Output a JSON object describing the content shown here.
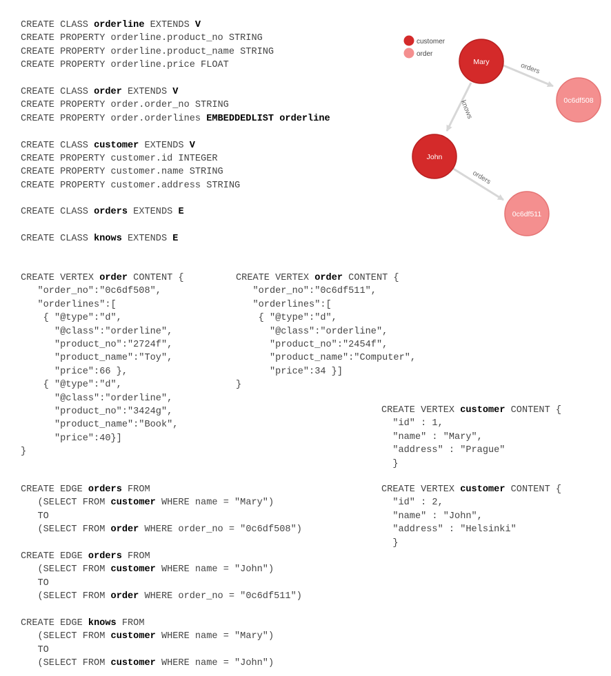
{
  "blocks": {
    "schema": {
      "lines": [
        [
          {
            "t": "CREATE CLASS "
          },
          {
            "t": "orderline",
            "b": true
          },
          {
            "t": " EXTENDS "
          },
          {
            "t": "V",
            "b": true
          }
        ],
        [
          {
            "t": "CREATE PROPERTY orderline.product_no STRING"
          }
        ],
        [
          {
            "t": "CREATE PROPERTY orderline.product_name STRING"
          }
        ],
        [
          {
            "t": "CREATE PROPERTY orderline.price FLOAT"
          }
        ],
        [],
        [
          {
            "t": "CREATE CLASS "
          },
          {
            "t": "order",
            "b": true
          },
          {
            "t": " EXTENDS "
          },
          {
            "t": "V",
            "b": true
          }
        ],
        [
          {
            "t": "CREATE PROPERTY order.order_no STRING"
          }
        ],
        [
          {
            "t": "CREATE PROPERTY order.orderlines "
          },
          {
            "t": "EMBEDDEDLIST orderline",
            "b": true
          }
        ],
        [],
        [
          {
            "t": "CREATE CLASS "
          },
          {
            "t": "customer",
            "b": true
          },
          {
            "t": " EXTENDS "
          },
          {
            "t": "V",
            "b": true
          }
        ],
        [
          {
            "t": "CREATE PROPERTY customer.id INTEGER"
          }
        ],
        [
          {
            "t": "CREATE PROPERTY customer.name STRING"
          }
        ],
        [
          {
            "t": "CREATE PROPERTY customer.address STRING"
          }
        ],
        [],
        [
          {
            "t": "CREATE CLASS "
          },
          {
            "t": "orders",
            "b": true
          },
          {
            "t": " EXTENDS "
          },
          {
            "t": "E",
            "b": true
          }
        ],
        [],
        [
          {
            "t": "CREATE CLASS "
          },
          {
            "t": "knows",
            "b": true
          },
          {
            "t": " EXTENDS "
          },
          {
            "t": "E",
            "b": true
          }
        ]
      ]
    },
    "vertex_order_1": {
      "lines": [
        [
          {
            "t": "CREATE VERTEX "
          },
          {
            "t": "order",
            "b": true
          },
          {
            "t": " CONTENT {"
          }
        ],
        [
          {
            "t": "   \"order_no\":\"0c6df508\","
          }
        ],
        [
          {
            "t": "   \"orderlines\":["
          }
        ],
        [
          {
            "t": "    { \"@type\":\"d\","
          }
        ],
        [
          {
            "t": "      \"@class\":\"orderline\","
          }
        ],
        [
          {
            "t": "      \"product_no\":\"2724f\","
          }
        ],
        [
          {
            "t": "      \"product_name\":\"Toy\","
          }
        ],
        [
          {
            "t": "      \"price\":66 },"
          }
        ],
        [
          {
            "t": "    { \"@type\":\"d\","
          }
        ],
        [
          {
            "t": "      \"@class\":\"orderline\","
          }
        ],
        [
          {
            "t": "      \"product_no\":\"3424g\","
          }
        ],
        [
          {
            "t": "      \"product_name\":\"Book\","
          }
        ],
        [
          {
            "t": "      \"price\":40}]"
          }
        ],
        [
          {
            "t": "}"
          }
        ]
      ]
    },
    "vertex_order_2": {
      "lines": [
        [
          {
            "t": "CREATE VERTEX "
          },
          {
            "t": "order",
            "b": true
          },
          {
            "t": " CONTENT {"
          }
        ],
        [
          {
            "t": "   \"order_no\":\"0c6df511\","
          }
        ],
        [
          {
            "t": "   \"orderlines\":["
          }
        ],
        [
          {
            "t": "    { \"@type\":\"d\","
          }
        ],
        [
          {
            "t": "      \"@class\":\"orderline\","
          }
        ],
        [
          {
            "t": "      \"product_no\":\"2454f\","
          }
        ],
        [
          {
            "t": "      \"product_name\":\"Computer\","
          }
        ],
        [
          {
            "t": "      \"price\":34 }]"
          }
        ],
        [
          {
            "t": "}"
          }
        ]
      ]
    },
    "vertex_customer_1": {
      "lines": [
        [
          {
            "t": "CREATE VERTEX "
          },
          {
            "t": "customer",
            "b": true
          },
          {
            "t": " CONTENT {"
          }
        ],
        [
          {
            "t": "  \"id\" : 1,"
          }
        ],
        [
          {
            "t": "  \"name\" : \"Mary\","
          }
        ],
        [
          {
            "t": "  \"address\" : \"Prague\""
          }
        ],
        [
          {
            "t": "  }"
          }
        ]
      ]
    },
    "vertex_customer_2": {
      "lines": [
        [
          {
            "t": "CREATE VERTEX "
          },
          {
            "t": "customer",
            "b": true
          },
          {
            "t": " CONTENT {"
          }
        ],
        [
          {
            "t": "  \"id\" : 2,"
          }
        ],
        [
          {
            "t": "  \"name\" : \"John\","
          }
        ],
        [
          {
            "t": "  \"address\" : \"Helsinki\""
          }
        ],
        [
          {
            "t": "  }"
          }
        ]
      ]
    },
    "edges": {
      "lines": [
        [
          {
            "t": "CREATE EDGE "
          },
          {
            "t": "orders",
            "b": true
          },
          {
            "t": " FROM"
          }
        ],
        [
          {
            "t": "   (SELECT FROM "
          },
          {
            "t": "customer",
            "b": true
          },
          {
            "t": " WHERE name = \"Mary\")"
          }
        ],
        [
          {
            "t": "   TO"
          }
        ],
        [
          {
            "t": "   (SELECT FROM "
          },
          {
            "t": "order",
            "b": true
          },
          {
            "t": " WHERE order_no = \"0c6df508\")"
          }
        ],
        [],
        [
          {
            "t": "CREATE EDGE "
          },
          {
            "t": "orders",
            "b": true
          },
          {
            "t": " FROM"
          }
        ],
        [
          {
            "t": "   (SELECT FROM "
          },
          {
            "t": "customer",
            "b": true
          },
          {
            "t": " WHERE name = \"John\")"
          }
        ],
        [
          {
            "t": "   TO"
          }
        ],
        [
          {
            "t": "   (SELECT FROM "
          },
          {
            "t": "order",
            "b": true
          },
          {
            "t": " WHERE order_no = \"0c6df511\")"
          }
        ],
        [],
        [
          {
            "t": "CREATE EDGE "
          },
          {
            "t": "knows",
            "b": true
          },
          {
            "t": " FROM"
          }
        ],
        [
          {
            "t": "   (SELECT FROM "
          },
          {
            "t": "customer",
            "b": true
          },
          {
            "t": " WHERE name = \"Mary\")"
          }
        ],
        [
          {
            "t": "   TO"
          }
        ],
        [
          {
            "t": "   (SELECT FROM "
          },
          {
            "t": "customer",
            "b": true
          },
          {
            "t": " WHERE name = \"John\")"
          }
        ]
      ]
    }
  },
  "graph": {
    "legend": {
      "customer": "customer",
      "order": "order"
    },
    "colors": {
      "customer_fill": "#d42a2a",
      "customer_stroke": "#b71f1f",
      "order_fill": "#f48f8f",
      "order_stroke": "#e57373",
      "edge": "#d7d7d7",
      "edge_label": "#666666"
    },
    "nodes": {
      "mary": "Mary",
      "john": "John",
      "order_508": "0c6df508",
      "order_511": "0c6df511"
    },
    "edges": {
      "mary_orders": "orders",
      "mary_knows": "knows",
      "john_orders": "orders"
    }
  }
}
